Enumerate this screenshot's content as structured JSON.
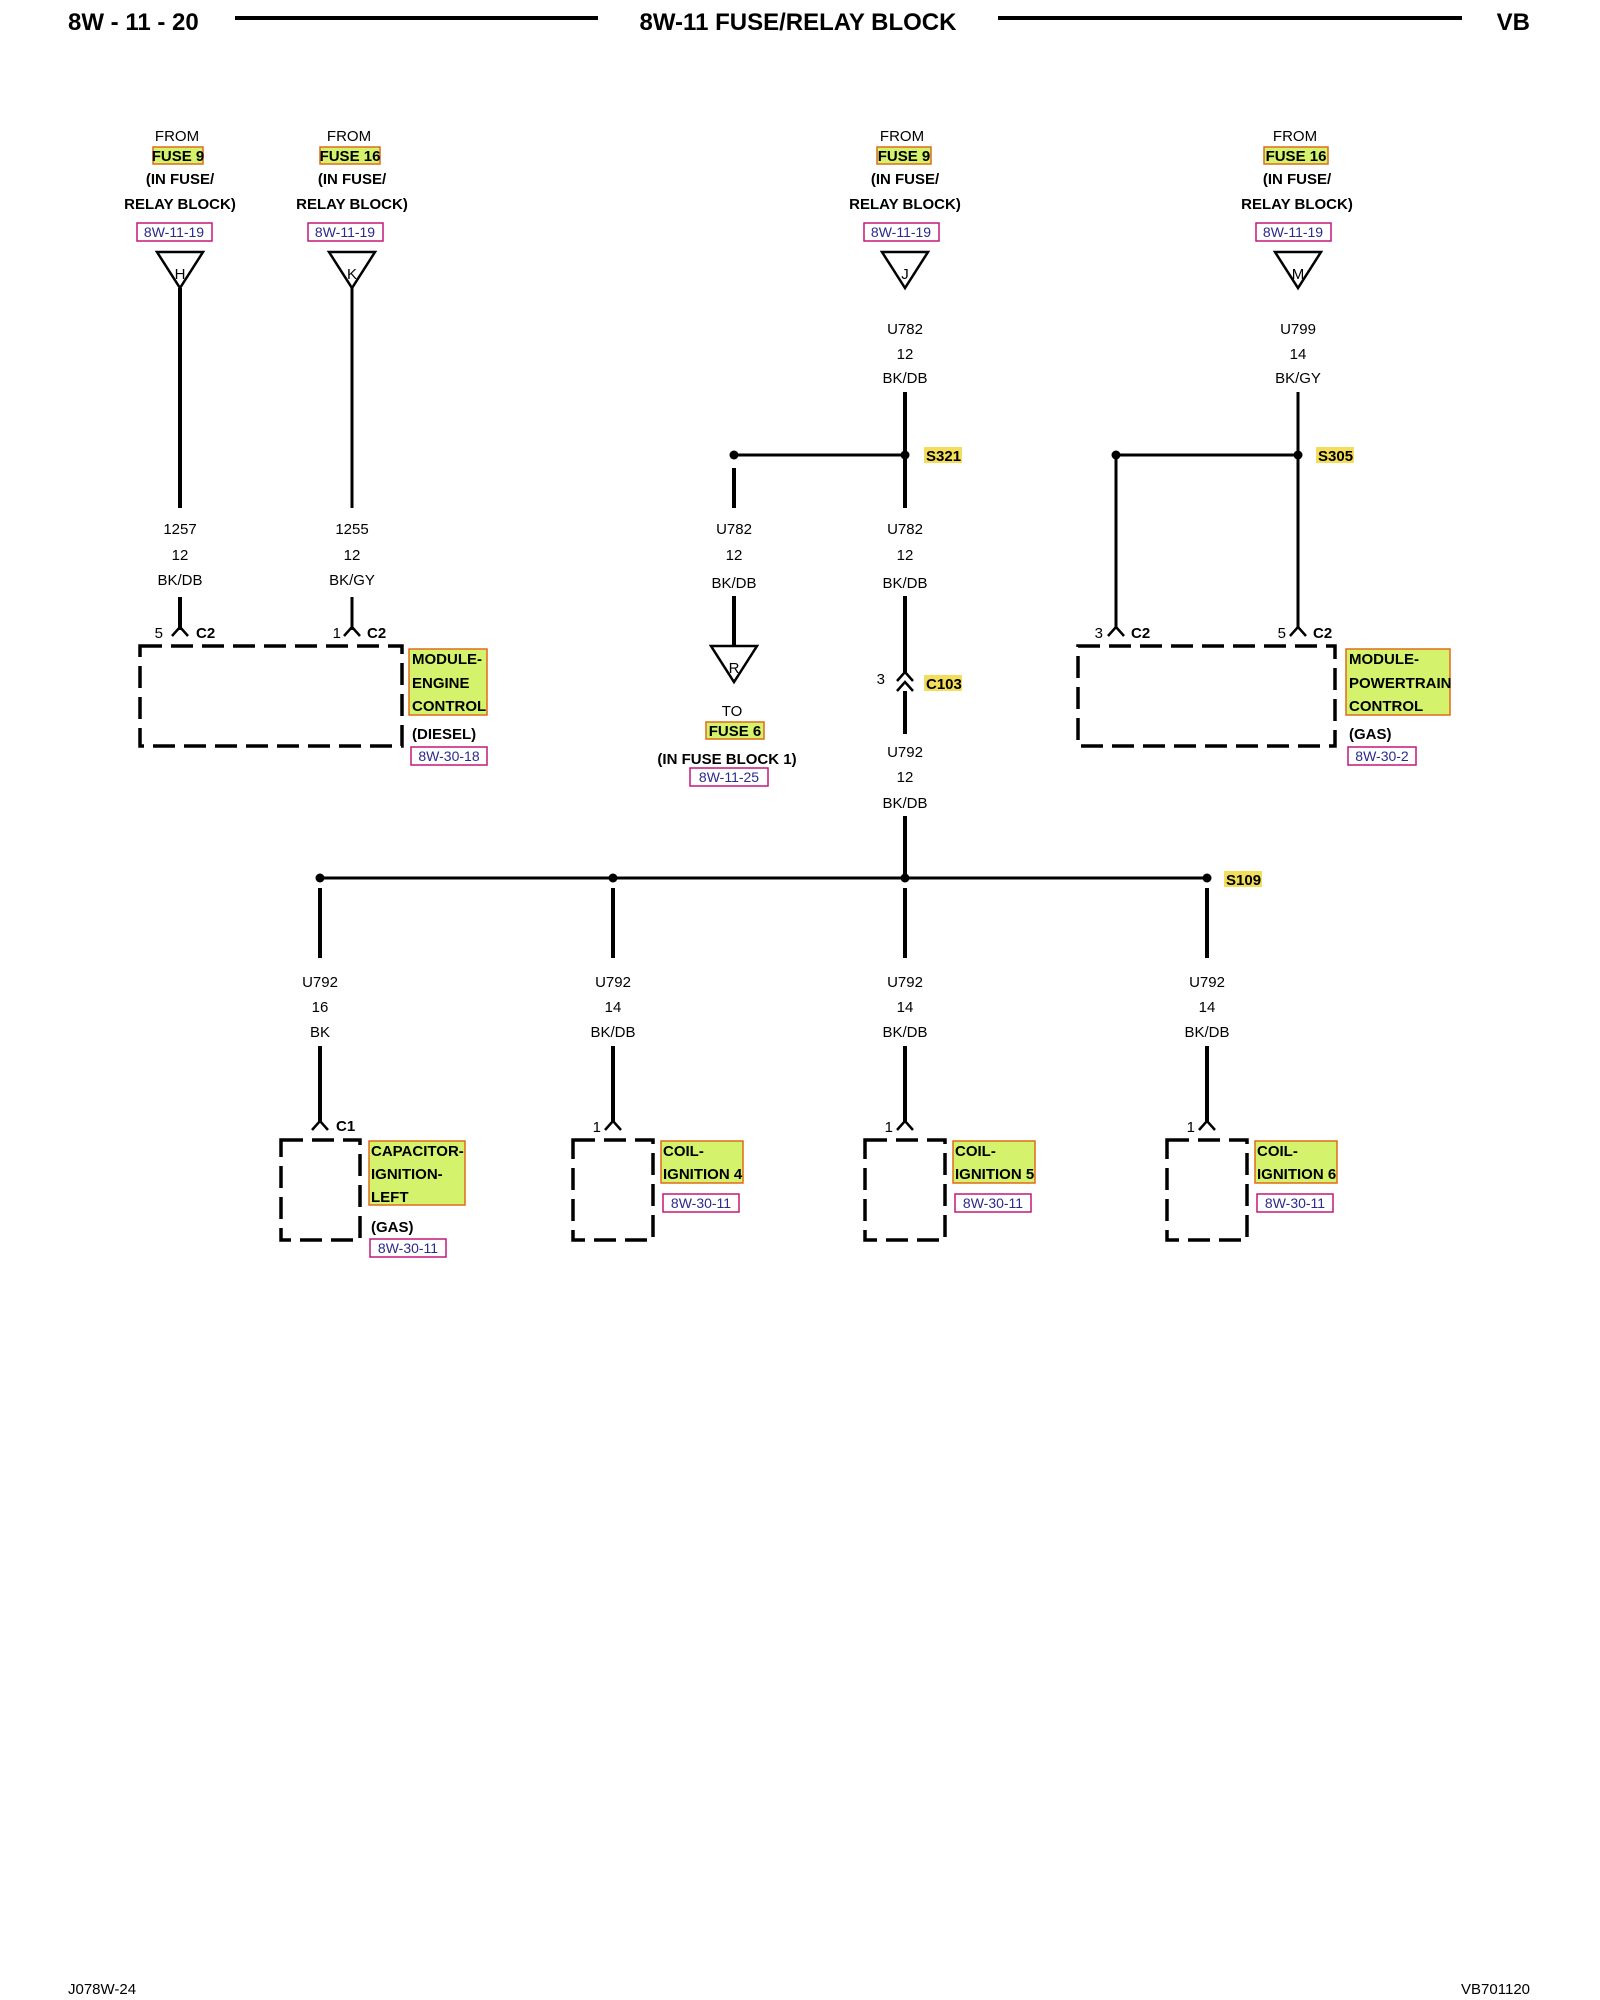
{
  "header": {
    "page": "8W - 11 - 20",
    "title": "8W-11 FUSE/RELAY BLOCK",
    "code": "VB"
  },
  "footer": {
    "left": "J078W-24",
    "right": "VB701120"
  },
  "feeds": [
    {
      "from": "FROM",
      "fuse": "FUSE 9",
      "loc1": "(IN FUSE/",
      "loc2": "RELAY BLOCK)",
      "ref": "8W-11-19",
      "pin": "H"
    },
    {
      "from": "FROM",
      "fuse": "FUSE 16",
      "loc1": "(IN FUSE/",
      "loc2": "RELAY BLOCK)",
      "ref": "8W-11-19",
      "pin": "K"
    },
    {
      "from": "FROM",
      "fuse": "FUSE 9",
      "loc1": "(IN FUSE/",
      "loc2": "RELAY BLOCK)",
      "ref": "8W-11-19",
      "pin": "J"
    },
    {
      "from": "FROM",
      "fuse": "FUSE 16",
      "loc1": "(IN FUSE/",
      "loc2": "RELAY BLOCK)",
      "ref": "8W-11-19",
      "pin": "M"
    }
  ],
  "wires": {
    "w1257": [
      "1257",
      "12",
      "BK/DB"
    ],
    "w1255": [
      "1255",
      "12",
      "BK/GY"
    ],
    "u782_top": [
      "U782",
      "12",
      "BK/DB"
    ],
    "u799": [
      "U799",
      "14",
      "BK/GY"
    ],
    "u782_left": [
      "U782",
      "12",
      "BK/DB"
    ],
    "u782_mid": [
      "U782",
      "12",
      "BK/DB"
    ],
    "u792_mid": [
      "U792",
      "12",
      "BK/DB"
    ],
    "b1": [
      "U792",
      "16",
      "BK"
    ],
    "b2": [
      "U792",
      "14",
      "BK/DB"
    ],
    "b3": [
      "U792",
      "14",
      "BK/DB"
    ],
    "b4": [
      "U792",
      "14",
      "BK/DB"
    ]
  },
  "splices": {
    "s321": "S321",
    "s305": "S305",
    "s109": "S109"
  },
  "connectors": {
    "ecm_pin": "5",
    "ecm_conn": "C2",
    "ecm_pin2": "1",
    "ecm_conn2": "C2",
    "pcm_pin1": "3",
    "pcm_conn1": "C2",
    "pcm_pin2": "5",
    "pcm_conn2": "C2",
    "c103_pin": "3",
    "c103": "C103",
    "cap_conn": "C1",
    "coil4_pin": "1",
    "coil5_pin": "1",
    "coil6_pin": "1"
  },
  "ecm": {
    "line1": "MODULE-",
    "line2": "ENGINE",
    "line3": "CONTROL",
    "note": "(DIESEL)",
    "ref": "8W-30-18"
  },
  "pcm": {
    "line1": "MODULE-",
    "line2": "POWERTRAIN",
    "line3": "CONTROL",
    "note": "(GAS)",
    "ref": "8W-30-2"
  },
  "fuse6": {
    "pin": "R",
    "to": "TO",
    "fuse": "FUSE 6",
    "loc": "(IN FUSE BLOCK 1)",
    "ref": "8W-11-25"
  },
  "capacitor": {
    "line1": "CAPACITOR-",
    "line2": "IGNITION-",
    "line3": "LEFT",
    "note": "(GAS)",
    "ref": "8W-30-11"
  },
  "coils": [
    {
      "line1": "COIL-",
      "line2": "IGNITION 4",
      "ref": "8W-30-11"
    },
    {
      "line1": "COIL-",
      "line2": "IGNITION 5",
      "ref": "8W-30-11"
    },
    {
      "line1": "COIL-",
      "line2": "IGNITION 6",
      "ref": "8W-30-11"
    }
  ],
  "colors": {
    "highlight": "#d4f26b",
    "highlight_border": "#e06a1a",
    "reference_box": "#c2187a"
  }
}
